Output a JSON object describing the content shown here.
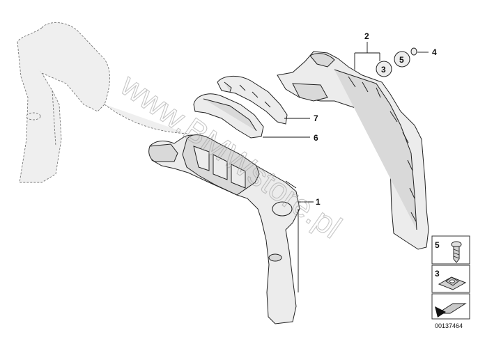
{
  "watermark": "www.BMWstore.pl",
  "callouts": {
    "c1": "1",
    "c2": "2",
    "c3": "3",
    "c4": "4",
    "c5": "5",
    "c6": "6",
    "c7": "7"
  },
  "legend": {
    "screw_label": "5",
    "clip_label": "3"
  },
  "image_id": "00137464"
}
